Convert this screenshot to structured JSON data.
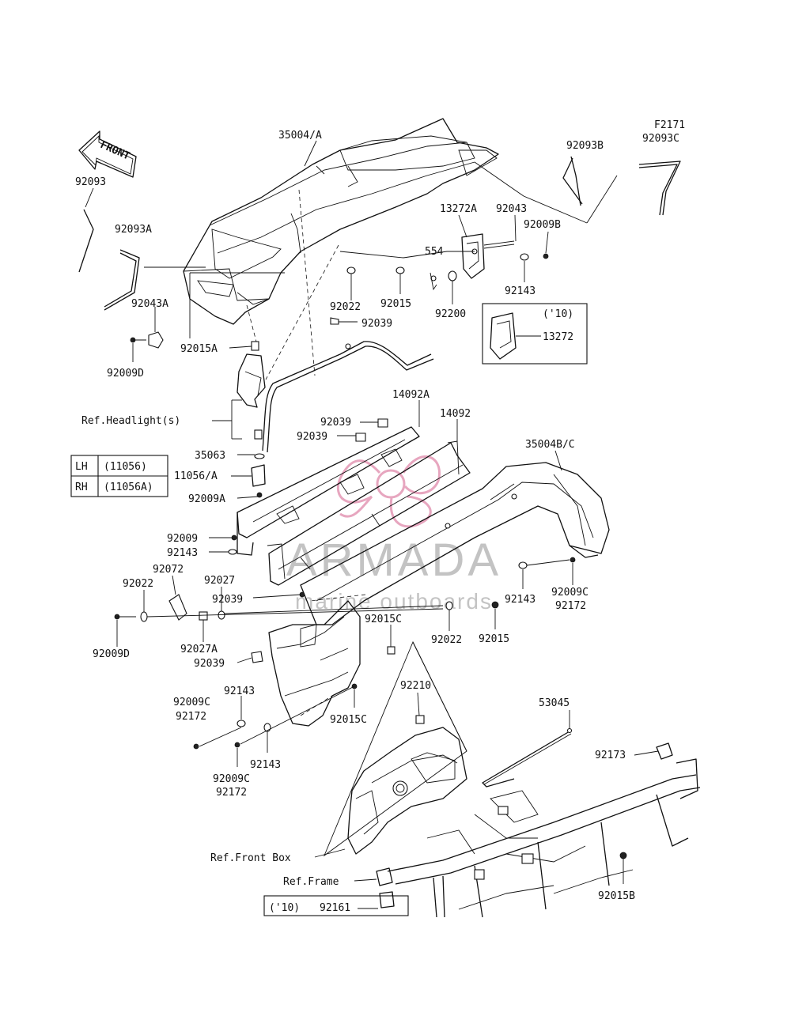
{
  "figure_code": "F2171",
  "front_arrow": {
    "text": "FRONT"
  },
  "watermark": {
    "brand": "ARMADA",
    "tagline": "marine outboards",
    "color": "#e7a6bf"
  },
  "callouts": [
    "35004/A",
    "92093B",
    "92093C",
    "92093",
    "92093A",
    "13272A",
    "92043",
    "92009B",
    "554",
    "92022",
    "92015",
    "92143",
    "92200",
    "92039",
    "92043A",
    "92015A",
    "92009D",
    "('10)",
    "13272",
    "Ref.Headlight(s)",
    "14092A",
    "14092",
    "92039",
    "92039",
    "35004B/C",
    "35063",
    "11056/A",
    "92009A",
    "92009",
    "92143",
    "92072",
    "92027",
    "92022",
    "92039",
    "92143",
    "92009C",
    "92172",
    "92009D",
    "92027A",
    "92015C",
    "92022",
    "92015",
    "92039",
    "92143",
    "92009C",
    "92172",
    "92015C",
    "92210",
    "53045",
    "92143",
    "92009C",
    "92172",
    "92173",
    "Ref.Front Box",
    "Ref.Frame",
    "92015B",
    "('10)",
    "92161"
  ],
  "lr_table": {
    "rows": [
      {
        "side": "LH",
        "part": "(11056)"
      },
      {
        "side": "RH",
        "part": "(11056A)"
      }
    ]
  }
}
